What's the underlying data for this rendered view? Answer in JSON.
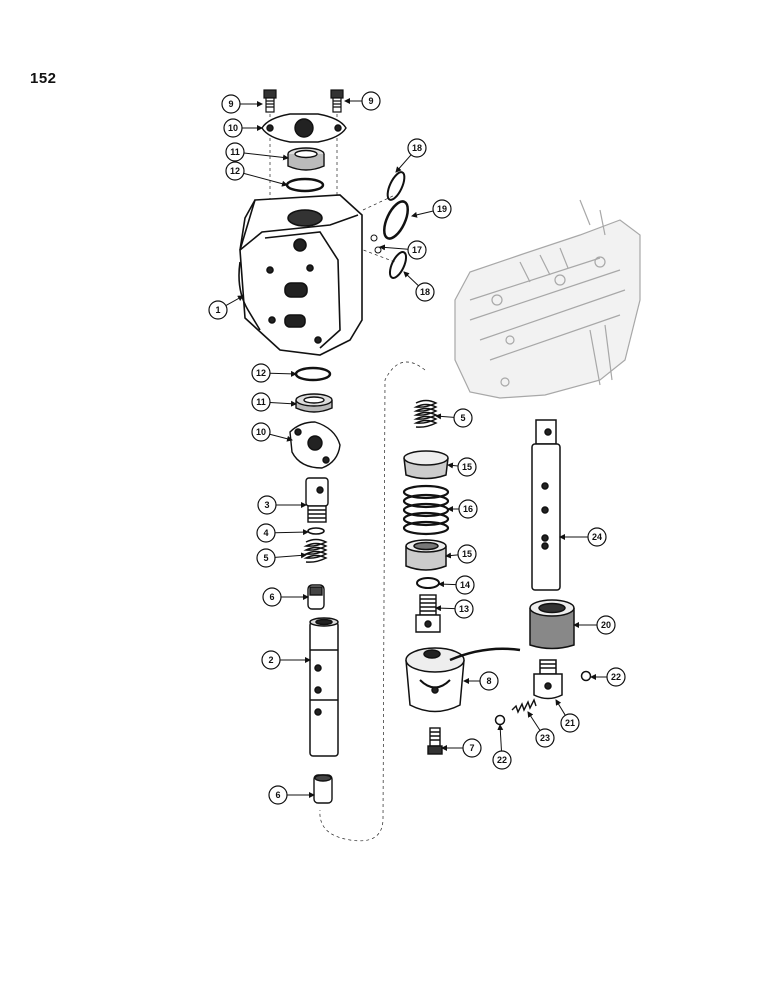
{
  "page": {
    "number": "152"
  },
  "callouts": [
    {
      "id": "c9a",
      "label": "9"
    },
    {
      "id": "c9b",
      "label": "9"
    },
    {
      "id": "c10a",
      "label": "10"
    },
    {
      "id": "c11a",
      "label": "11"
    },
    {
      "id": "c12a",
      "label": "12"
    },
    {
      "id": "c1",
      "label": "1"
    },
    {
      "id": "c18a",
      "label": "18"
    },
    {
      "id": "c19",
      "label": "19"
    },
    {
      "id": "c17",
      "label": "17"
    },
    {
      "id": "c18b",
      "label": "18"
    },
    {
      "id": "c12b",
      "label": "12"
    },
    {
      "id": "c11b",
      "label": "11"
    },
    {
      "id": "c10b",
      "label": "10"
    },
    {
      "id": "c3",
      "label": "3"
    },
    {
      "id": "c4",
      "label": "4"
    },
    {
      "id": "c5a",
      "label": "5"
    },
    {
      "id": "c6a",
      "label": "6"
    },
    {
      "id": "c2",
      "label": "2"
    },
    {
      "id": "c6b",
      "label": "6"
    },
    {
      "id": "c5b",
      "label": "5"
    },
    {
      "id": "c15a",
      "label": "15"
    },
    {
      "id": "c16",
      "label": "16"
    },
    {
      "id": "c15b",
      "label": "15"
    },
    {
      "id": "c14",
      "label": "14"
    },
    {
      "id": "c13",
      "label": "13"
    },
    {
      "id": "c8",
      "label": "8"
    },
    {
      "id": "c7",
      "label": "7"
    },
    {
      "id": "c24",
      "label": "24"
    },
    {
      "id": "c20",
      "label": "20"
    },
    {
      "id": "c22a",
      "label": "22"
    },
    {
      "id": "c21",
      "label": "21"
    },
    {
      "id": "c23",
      "label": "23"
    },
    {
      "id": "c22b",
      "label": "22"
    }
  ],
  "colors": {
    "ink": "#111111",
    "paper": "#ffffff",
    "faded": "#9a9a9a"
  }
}
